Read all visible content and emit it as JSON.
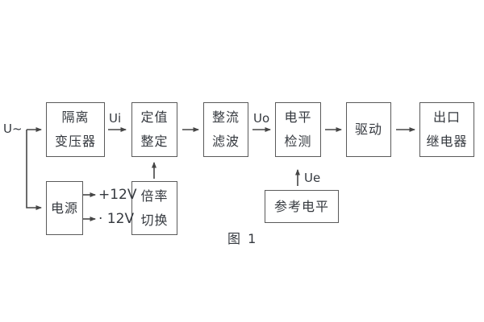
{
  "diagram": {
    "caption": "图 1",
    "source_label": "U~",
    "signals": {
      "ui": "Ui",
      "uo": "Uo",
      "ue": "Ue"
    },
    "power_rails": {
      "plus": "+12V",
      "minus": "· 12V"
    },
    "blocks": {
      "isolation_transformer": {
        "line1": "隔离",
        "line2": "变压器"
      },
      "value_setting": {
        "line1": "定值",
        "line2": "整定"
      },
      "rectifier_filter": {
        "line1": "整流",
        "line2": "滤波"
      },
      "level_detection": {
        "line1": "电平",
        "line2": "检测"
      },
      "driver": {
        "label": "驱动"
      },
      "output_relay": {
        "line1": "出口",
        "line2": "继电器"
      },
      "power_supply": {
        "label": "电源"
      },
      "ratio_switching": {
        "line1": "倍率",
        "line2": "切换"
      },
      "reference_level": {
        "label": "参考电平"
      }
    },
    "colors": {
      "background": "#ffffff",
      "box_border": "#5a5a5a",
      "text": "#35393f",
      "line": "#464646"
    }
  }
}
